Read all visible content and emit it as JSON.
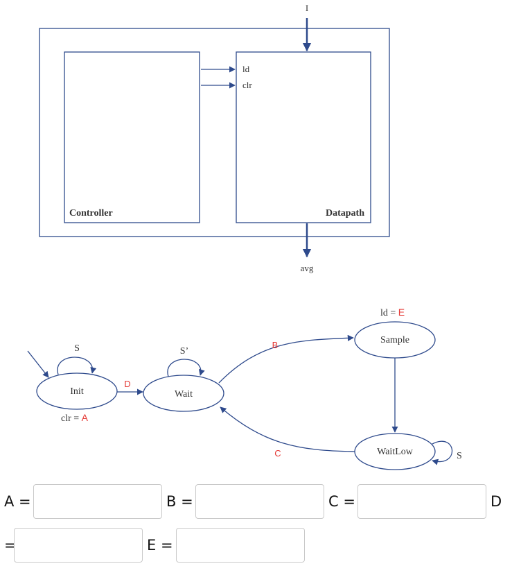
{
  "block_diagram": {
    "input_label": "I",
    "output_label": "avg",
    "controller_label": "Controller",
    "datapath_label": "Datapath",
    "signal_ld": "ld",
    "signal_clr": "clr"
  },
  "fsm": {
    "states": {
      "init": "Init",
      "wait": "Wait",
      "sample": "Sample",
      "waitlow": "WaitLow"
    },
    "self_loops": {
      "init": "S",
      "wait": "S’",
      "waitlow": "S"
    },
    "transitions": {
      "init_to_wait": "D",
      "wait_to_sample": "B",
      "waitlow_to_wait": "C"
    },
    "outputs": {
      "init_prefix": "clr = ",
      "init_blank": "A",
      "sample_prefix": "ld = ",
      "sample_blank": "E"
    }
  },
  "answers": {
    "a_label": "A =",
    "b_label": "B =",
    "c_label": "C =",
    "d_label_top": "D",
    "d_label_bottom": "=",
    "e_label": "E =",
    "a_value": "",
    "b_value": "",
    "c_value": "",
    "d_value": "",
    "e_value": ""
  },
  "colors": {
    "line": "#2e4a8c",
    "accent": "#e53935"
  }
}
